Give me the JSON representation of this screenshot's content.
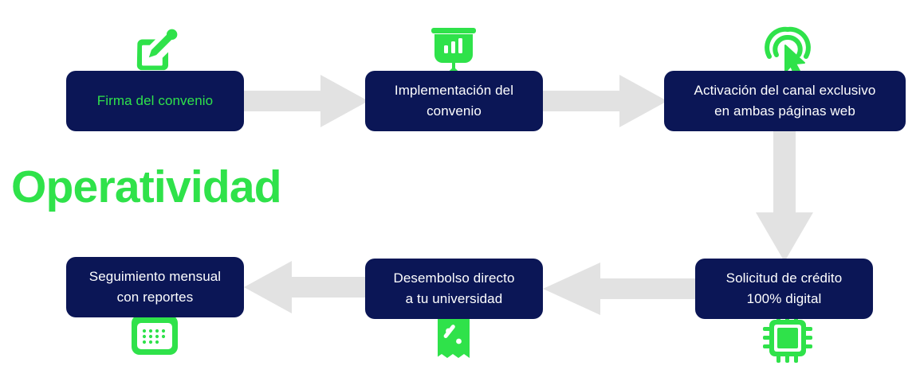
{
  "section": {
    "title": "Operatividad"
  },
  "theme": {
    "navy": "#0b1656",
    "green": "#2fe24a",
    "arrow_gray": "#e2e2e2",
    "background": "#ffffff",
    "text_white": "#ffffff"
  },
  "flow": {
    "nodes": [
      {
        "id": "firma",
        "label": "Firma del convenio",
        "icon": "edit-square-icon",
        "text_color": "#2fe24a",
        "icon_position": "top"
      },
      {
        "id": "implementacion",
        "label": "Implementación del convenio",
        "icon": "presentation-chart-icon",
        "text_color": "#ffffff",
        "icon_position": "top"
      },
      {
        "id": "activacion",
        "label": "Activación del canal exclusivo en ambas páginas web",
        "icon": "tap-click-icon",
        "text_color": "#ffffff",
        "icon_position": "top"
      },
      {
        "id": "solicitud",
        "label": "Solicitud de crédito 100% digital",
        "icon": "chip-icon",
        "text_color": "#ffffff",
        "icon_position": "bottom"
      },
      {
        "id": "desembolso",
        "label": "Desembolso directo a tu universidad",
        "icon": "receipt-percent-icon",
        "text_color": "#ffffff",
        "icon_position": "bottom"
      },
      {
        "id": "seguimiento",
        "label": "Seguimiento mensual con reportes",
        "icon": "calendar-icon",
        "text_color": "#ffffff",
        "icon_position": "bottom"
      }
    ],
    "connectors": [
      {
        "id": "arrow-1",
        "from": "firma",
        "to": "implementacion",
        "direction": "right"
      },
      {
        "id": "arrow-2",
        "from": "implementacion",
        "to": "activacion",
        "direction": "right"
      },
      {
        "id": "arrow-3",
        "from": "activacion",
        "to": "solicitud",
        "direction": "down"
      },
      {
        "id": "arrow-4",
        "from": "solicitud",
        "to": "desembolso",
        "direction": "left"
      },
      {
        "id": "arrow-5",
        "from": "desembolso",
        "to": "seguimiento",
        "direction": "left"
      }
    ]
  },
  "node_lines": {
    "firma": [
      "Firma del convenio"
    ],
    "implementacion": [
      "Implementación del",
      "convenio"
    ],
    "activacion": [
      "Activación del canal exclusivo",
      "en ambas páginas web"
    ],
    "solicitud": [
      "Solicitud de crédito",
      "100% digital"
    ],
    "desembolso": [
      "Desembolso directo",
      "a tu universidad"
    ],
    "seguimiento": [
      "Seguimiento mensual",
      "con reportes"
    ]
  }
}
